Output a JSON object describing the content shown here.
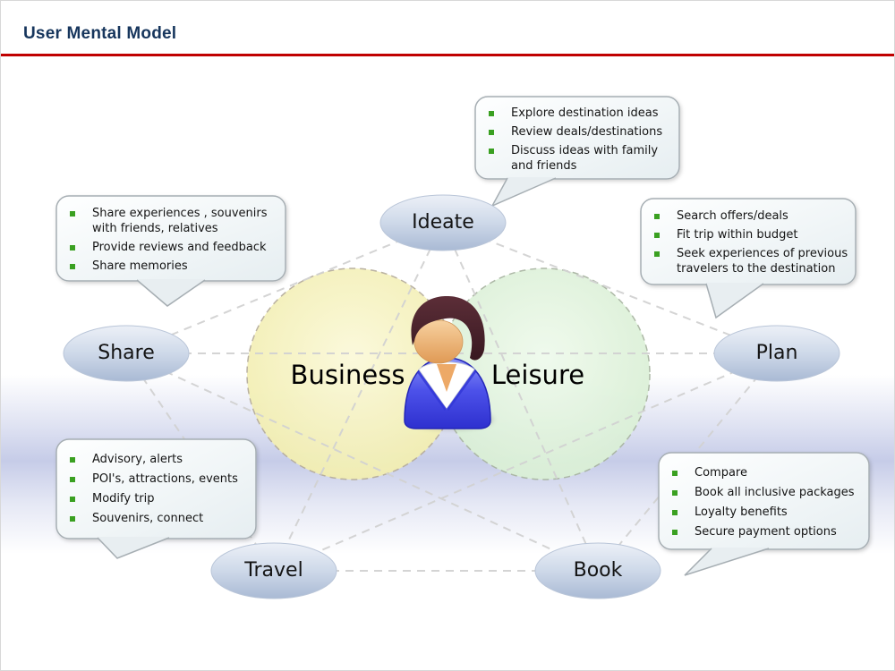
{
  "header": {
    "title": "User Mental Model"
  },
  "venn": {
    "left_label": "Business",
    "right_label": "Leisure",
    "left_fill": "#F4F0B4",
    "right_fill": "#DCF0D8"
  },
  "nodes": {
    "ideate": {
      "label": "Ideate"
    },
    "plan": {
      "label": "Plan"
    },
    "book": {
      "label": "Book"
    },
    "travel": {
      "label": "Travel"
    },
    "share": {
      "label": "Share"
    }
  },
  "callouts": {
    "ideate": {
      "items": [
        "Explore destination ideas",
        "Review deals/destinations",
        "Discuss ideas with family and friends"
      ]
    },
    "plan": {
      "items": [
        "Search offers/deals",
        "Fit trip within budget",
        "Seek experiences of previous travelers to the destination"
      ]
    },
    "book": {
      "items": [
        "Compare",
        "Book all inclusive packages",
        "Loyalty benefits",
        "Secure payment options"
      ]
    },
    "travel": {
      "items": [
        "Advisory, alerts",
        "POI's, attractions, events",
        "Modify trip",
        "Souvenirs, connect"
      ]
    },
    "share": {
      "items": [
        "Share experiences , souvenirs with friends, relatives",
        "Provide reviews and feedback",
        "Share memories"
      ]
    }
  },
  "icons": {
    "center": "person-traveler-icon"
  },
  "colors": {
    "title": "#17365D",
    "accent_line": "#C00000",
    "bullet": "#3AA021",
    "node_top": "#ECF0F7",
    "node_bottom": "#A9BAD4",
    "connector": "#D2D2D2",
    "band": "#C6CCE8"
  }
}
